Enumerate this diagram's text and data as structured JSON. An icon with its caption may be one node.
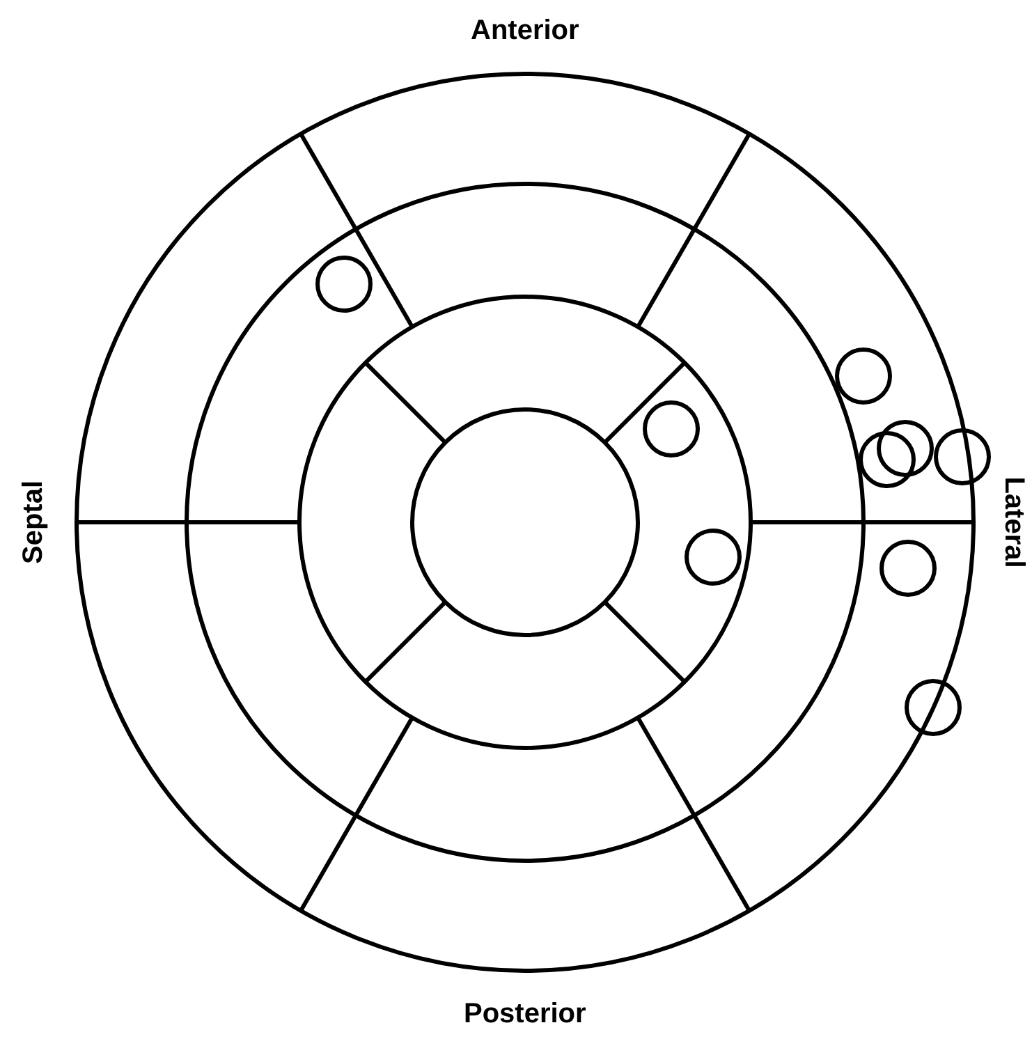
{
  "diagram": {
    "labels": [
      "Anterior",
      "Septal",
      "Lateral",
      "Posterior"
    ]
  }
}
